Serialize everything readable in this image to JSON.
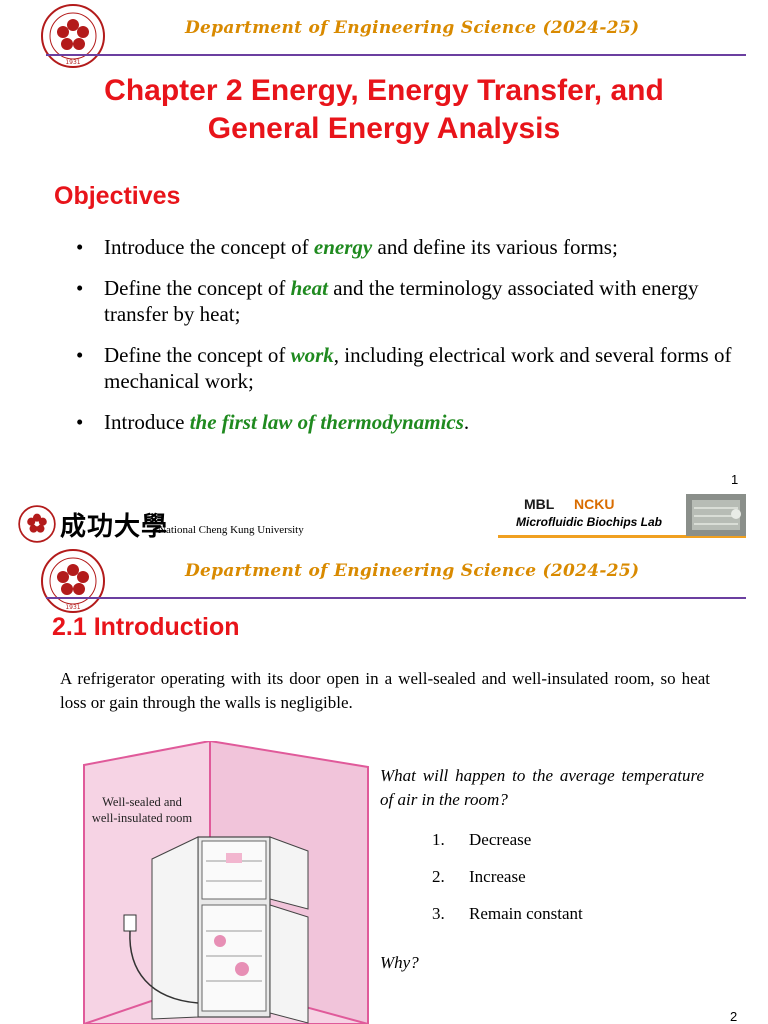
{
  "header": {
    "department": "Department of Engineering  Science (2024-25)"
  },
  "slide1": {
    "title_line1": "Chapter 2 Energy, Energy Transfer, and",
    "title_line2": "General Energy Analysis",
    "objectives_heading": "Objectives",
    "objectives": [
      {
        "before": "Introduce the concept of ",
        "highlight": "energy",
        "after": " and define its various forms;"
      },
      {
        "before": "Define the concept of ",
        "highlight": "heat",
        "after": " and the terminology associated with energy transfer by heat;"
      },
      {
        "before": "Define the concept of ",
        "highlight": "work",
        "after": ", including electrical work and several forms of mechanical work;"
      },
      {
        "before": "Introduce ",
        "highlight": "the first law of thermodynamics",
        "after": "."
      }
    ],
    "page_number": "1"
  },
  "footer": {
    "university_cjk": "成功大學",
    "university_name": "National Cheng Kung University",
    "lab_short": "MBL",
    "lab_org": "NCKU",
    "lab_name": "Microfluidic Biochips Lab"
  },
  "slide2": {
    "heading": "2.1 Introduction",
    "intro": "A refrigerator operating with its door open in a well-sealed and well-insulated room, so heat loss or gain through the walls is negligible.",
    "figure_label_line1": "Well-sealed and",
    "figure_label_line2": "well-insulated room",
    "question": "What will happen to the average temperature of air in the room?",
    "choices": [
      {
        "num": "1.",
        "text": "Decrease"
      },
      {
        "num": "2.",
        "text": "Increase"
      },
      {
        "num": "3.",
        "text": "Remain constant"
      }
    ],
    "why": "Why?",
    "page_number": "2"
  },
  "colors": {
    "title_red": "#e8141a",
    "header_orange": "#d98a00",
    "highlight_green": "#1f8a1f",
    "header_line_purple": "#6b3fa0",
    "room_pink": "#f6d3e4"
  }
}
